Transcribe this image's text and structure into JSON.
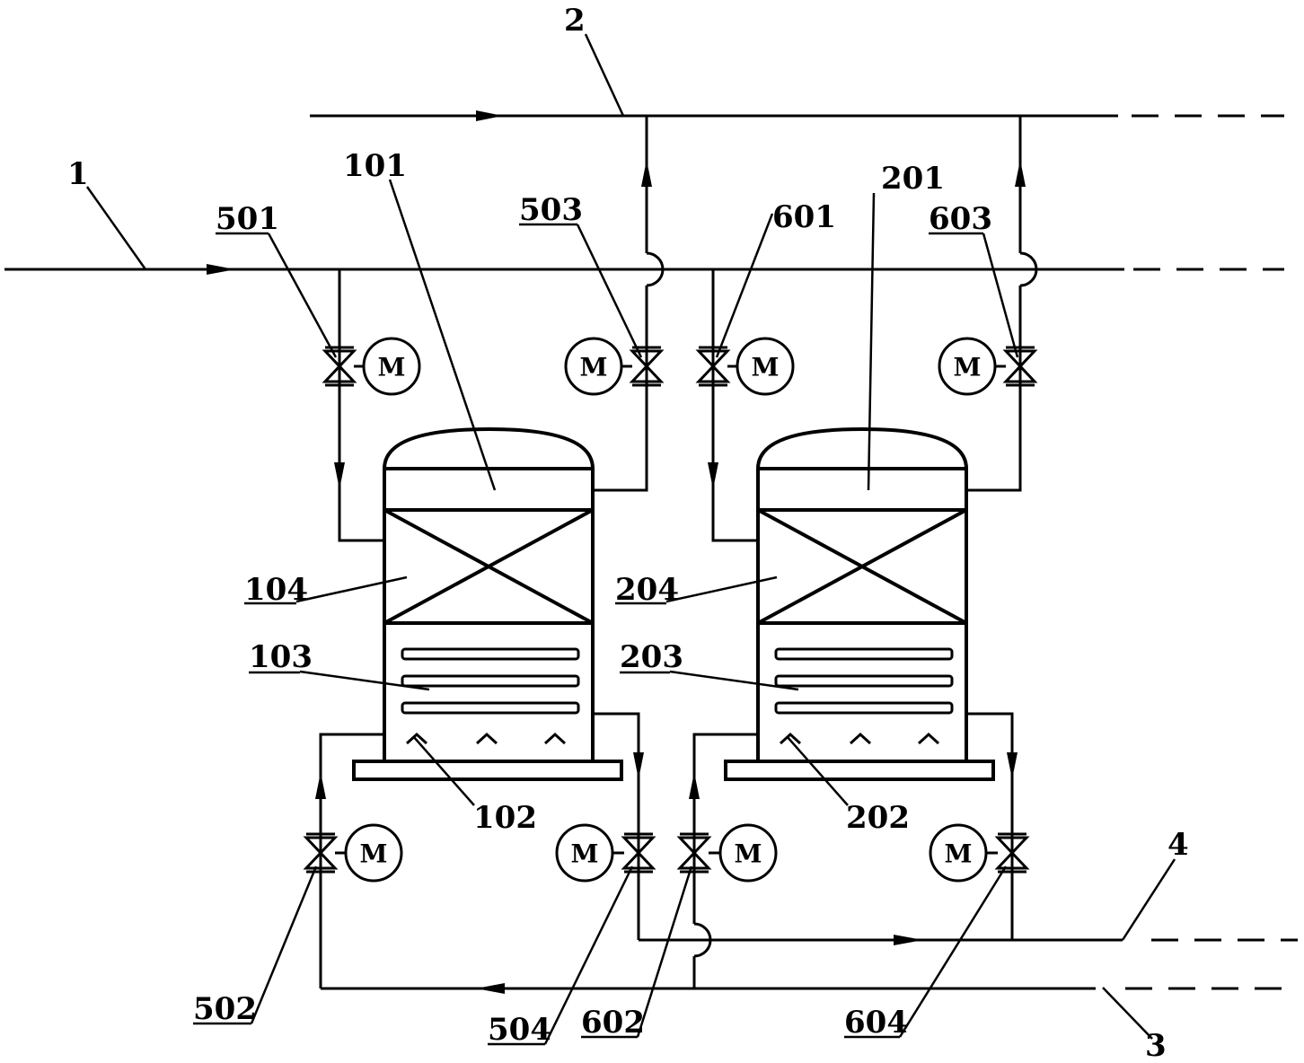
{
  "motor_symbol": "M",
  "labels": {
    "line_feed": "1",
    "line_top": "2",
    "line_bottom": "3",
    "line_right": "4",
    "unit1_top": "101",
    "unit1_bottom": "102",
    "unit1_heater": "103",
    "unit1_bed": "104",
    "unit2_top": "201",
    "unit2_bottom": "202",
    "unit2_heater": "203",
    "unit2_bed": "204",
    "v501": "501",
    "v502": "502",
    "v503": "503",
    "v504": "504",
    "v601": "601",
    "v602": "602",
    "v603": "603",
    "v604": "604"
  }
}
